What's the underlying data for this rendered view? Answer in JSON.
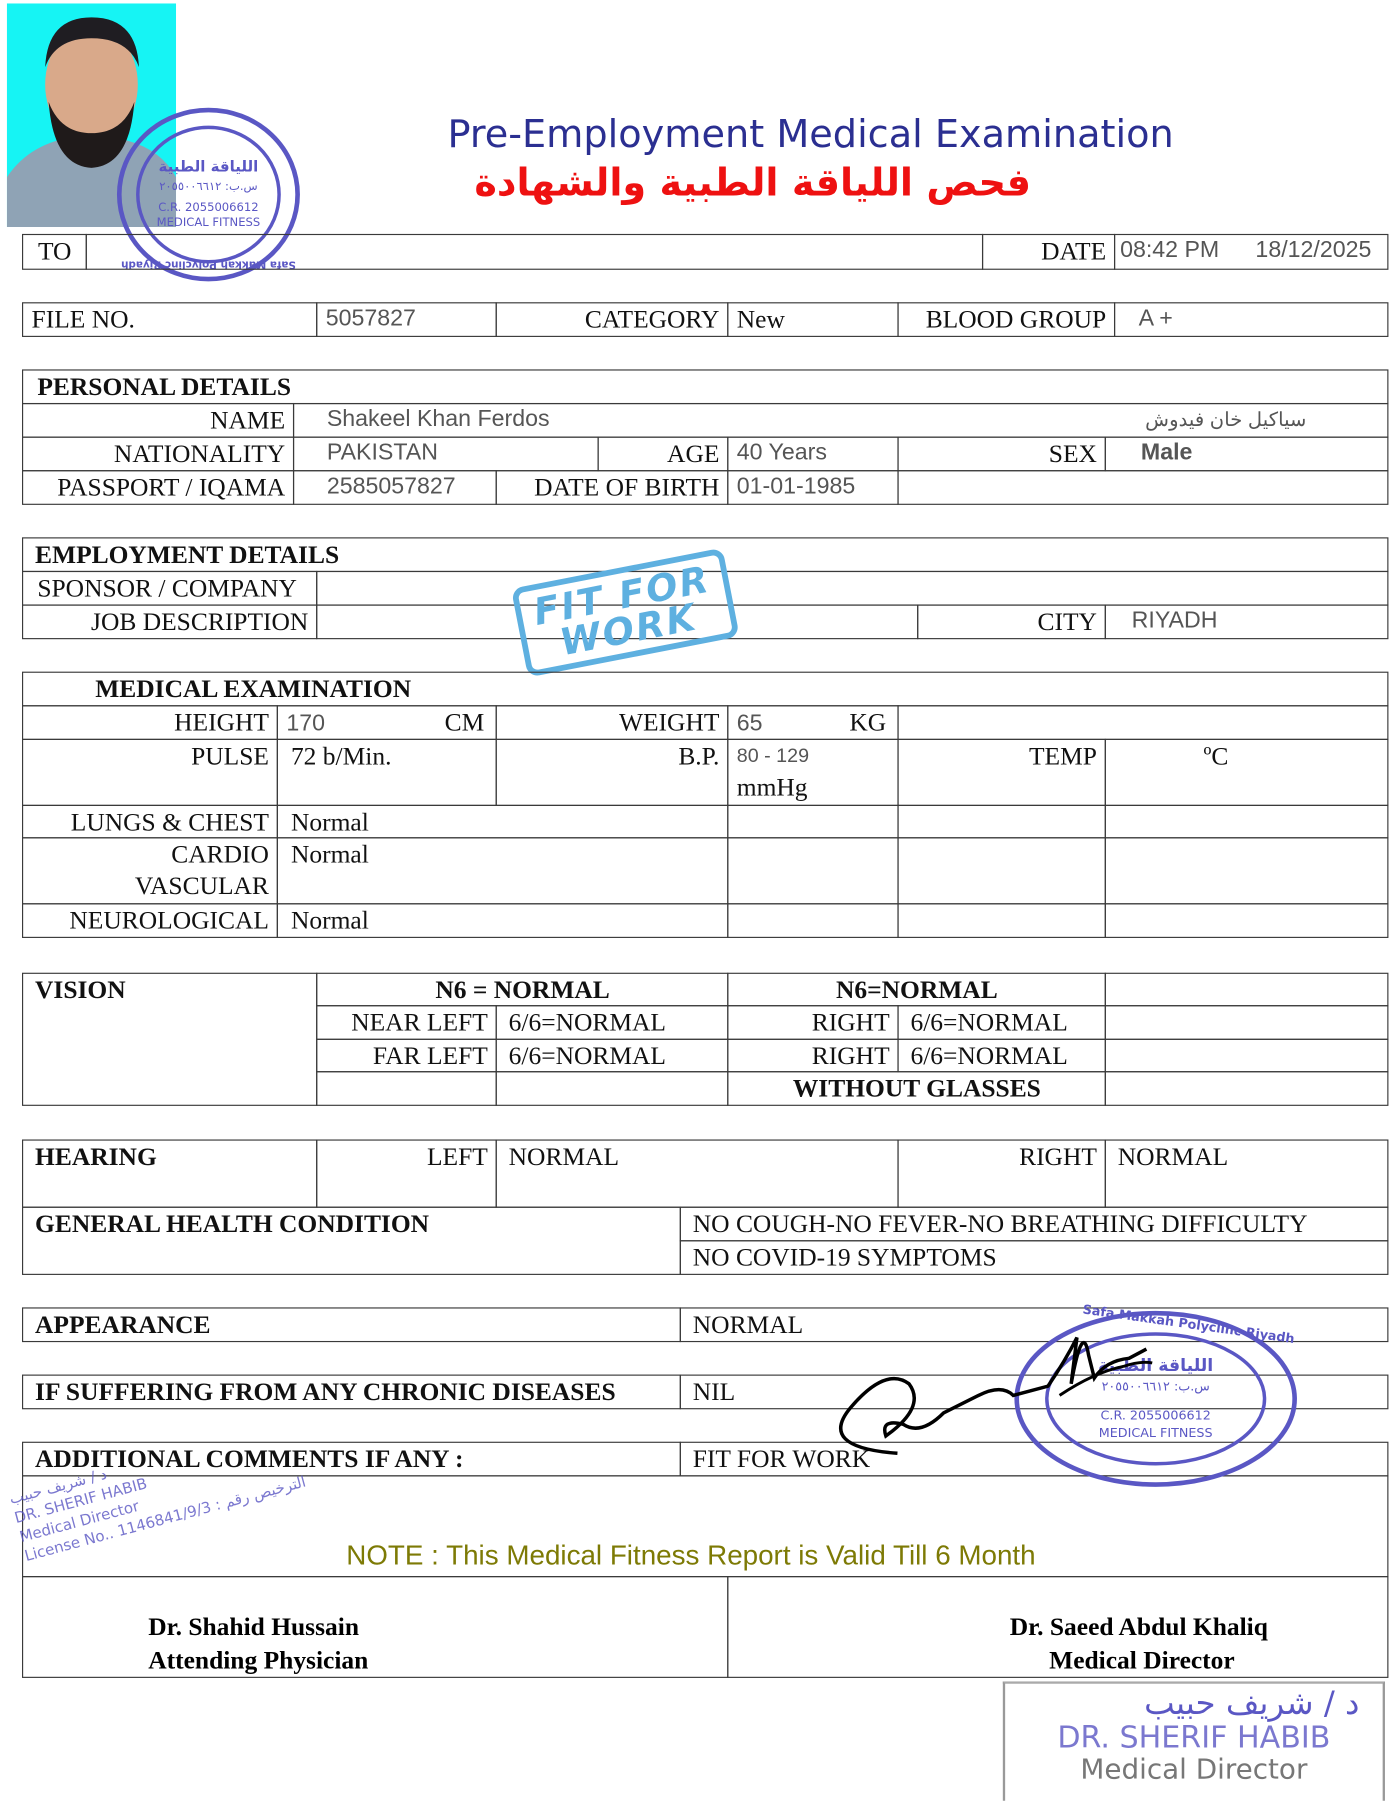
{
  "header": {
    "title_en": "Pre-Employment Medical Examination",
    "title_ar": "فحص اللياقة الطبية والشهادة",
    "to_label": "TO",
    "date_label": "DATE",
    "time_value": "08:42 PM",
    "date_value": "18/12/2025"
  },
  "file": {
    "file_no_label": "FILE NO.",
    "file_no": "5057827",
    "category_label": "CATEGORY",
    "category": "New",
    "blood_group_label": "BLOOD GROUP",
    "blood_group": "A +"
  },
  "personal": {
    "heading": "PERSONAL DETAILS",
    "name_label": "NAME",
    "name": "Shakeel Khan Ferdos",
    "name_ar": "سياكيل خان فيدوش",
    "nationality_label": "NATIONALITY",
    "nationality": "PAKISTAN",
    "age_label": "AGE",
    "age": "40 Years",
    "sex_label": "SEX",
    "sex": "Male",
    "passport_label": "PASSPORT / IQAMA",
    "passport": "2585057827",
    "dob_label": "DATE OF BIRTH",
    "dob": "01-01-1985"
  },
  "employment": {
    "heading": "EMPLOYMENT DETAILS",
    "sponsor_label": "SPONSOR / COMPANY",
    "job_label": "JOB DESCRIPTION",
    "city_label": "CITY",
    "city": "RIYADH"
  },
  "medical": {
    "heading": "MEDICAL EXAMINATION",
    "height_label": "HEIGHT",
    "height": "170",
    "height_unit": "CM",
    "weight_label": "WEIGHT",
    "weight": "65",
    "weight_unit": "KG",
    "pulse_label": "PULSE",
    "pulse": "72 b/Min.",
    "bp_label": "B.P.",
    "bp": "80 - 129",
    "bp_unit": "mmHg",
    "temp_label": "TEMP",
    "temp_unit": "ºC",
    "lungs_label": "LUNGS & CHEST",
    "lungs": "Normal",
    "cardio_label_1": "CARDIO",
    "cardio_label_2": "VASCULAR",
    "cardio": "Normal",
    "neuro_label": "NEUROLOGICAL",
    "neuro": "Normal"
  },
  "vision": {
    "heading": "VISION",
    "left_header": "N6 = NORMAL",
    "right_header": "N6=NORMAL",
    "near_left_label": "NEAR LEFT",
    "near_left": "6/6=NORMAL",
    "near_right_label": "RIGHT",
    "near_right": "6/6=NORMAL",
    "far_left_label": "FAR LEFT",
    "far_left": "6/6=NORMAL",
    "far_right_label": "RIGHT",
    "far_right": "6/6=NORMAL",
    "glasses": "WITHOUT GLASSES"
  },
  "hearing": {
    "heading": "HEARING",
    "left_label": "LEFT",
    "left": "NORMAL",
    "right_label": "RIGHT",
    "right": "NORMAL"
  },
  "general": {
    "heading": "GENERAL HEALTH CONDITION",
    "line1": "NO COUGH-NO FEVER-NO BREATHING DIFFICULTY",
    "line2": "NO COVID-19 SYMPTOMS"
  },
  "appearance": {
    "heading": "APPEARANCE",
    "value": "NORMAL"
  },
  "chronic": {
    "heading": "IF SUFFERING FROM ANY CHRONIC DISEASES",
    "value": "NIL"
  },
  "comments": {
    "heading": "ADDITIONAL COMMENTS IF ANY :",
    "value": "FIT FOR WORK"
  },
  "note": "NOTE : This Medical Fitness Report is Valid Till 6 Month",
  "signatures": {
    "left_name": "Dr. Shahid Hussain",
    "left_title": "Attending Physician",
    "right_name": "Dr. Saeed Abdul Khaliq",
    "right_title": "Medical Director"
  },
  "stamps": {
    "clinic_ar": "اللياقة الطبية",
    "clinic_po": "س.ب: ٢٠٥٥٠٠٦٦١٢",
    "clinic_cr": "C.R. 2055006612",
    "clinic_type": "MEDICAL FITNESS",
    "clinic_ring": "Safa Makkah Polyclinc Riyadh",
    "fit_for_work": "FIT FOR WORK",
    "doctor_ar": "د / شريف حبيب",
    "doctor_en": "DR. SHERIF HABIB",
    "doctor_title": "Medical Director",
    "license": "License No.. 1146841/9/3 : الترخيص رقم"
  },
  "colors": {
    "title_blue": "#2b2f91",
    "title_red": "#ee1111",
    "note_olive": "#7d7a05",
    "stamp_blue": "#5a57c4",
    "fit_stamp": "#5eb0e0"
  }
}
